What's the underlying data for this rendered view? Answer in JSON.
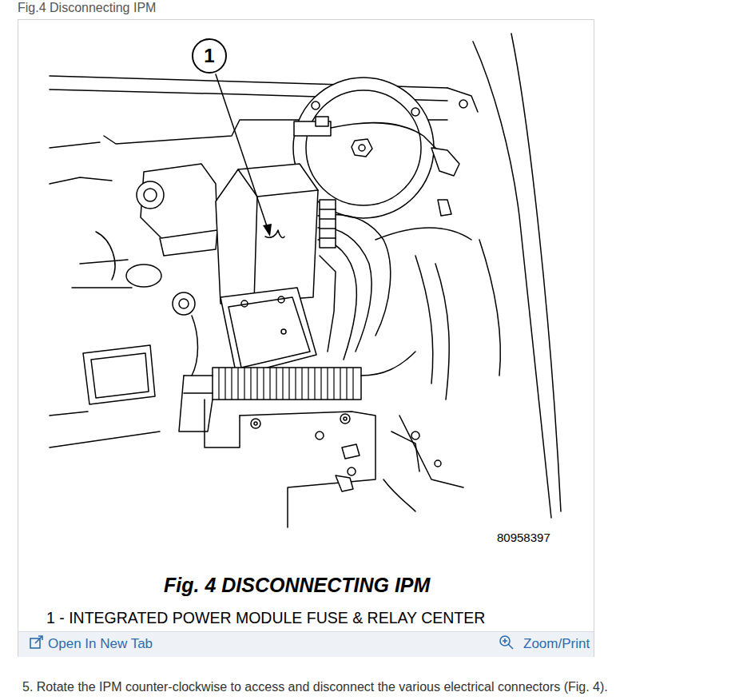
{
  "diagram": {
    "title": "Fig.4 Disconnecting IPM",
    "caption": "Fig. 4 DISCONNECTING IPM",
    "nodes": [
      {
        "text": [
          "1"
        ]
      }
    ],
    "labels": [
      "80958397",
      "1 - INTEGRATED POWER MODULE FUSE & RELAY CENTER",
      "Open In New Tab",
      "Zoom/Print",
      "5. Rotate the IPM counter-clockwise to access and disconnect the various electrical connectors (Fig. 4)."
    ]
  }
}
